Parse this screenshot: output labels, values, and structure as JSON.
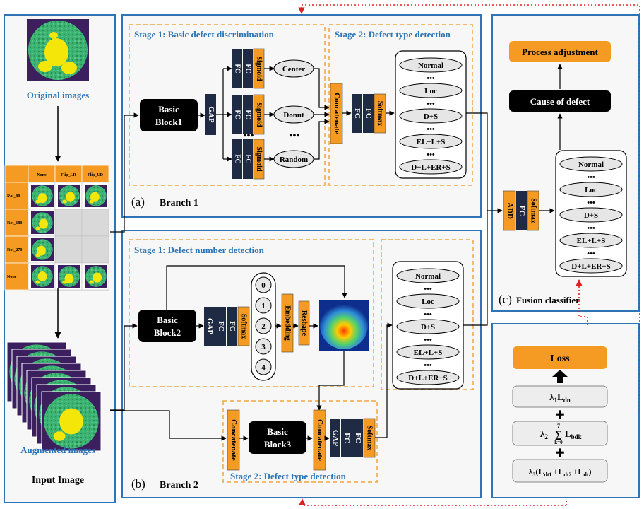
{
  "input_panel": {
    "original_label": "Original images",
    "augmented_label": "Augmented images",
    "title": "Input Image",
    "aug_table": {
      "col_headers": [
        "None",
        "Flip_LR",
        "Flip_UD"
      ],
      "row_headers": [
        "Rot_90",
        "Rot_180",
        "Rot_270",
        "None"
      ]
    }
  },
  "branch1": {
    "panel_letter": "(a)",
    "panel_title": "Branch 1",
    "stage1_title": "Stage 1: Basic defect discrimination",
    "stage2_title": "Stage 2: Defect type detection",
    "block_line1": "Basic",
    "block_line2": "Block1",
    "gap": "GAP",
    "fc": "FC",
    "sigmoid": "Sigmoid",
    "concatenate": "Concatenate",
    "softmax": "Softmax",
    "defect_nodes": [
      "Center",
      "Donut",
      "Random"
    ],
    "ellipsis": "•••",
    "classes": [
      "Normal",
      "Loc",
      "D+S",
      "EL+L+S",
      "D+L+ER+S"
    ]
  },
  "branch2": {
    "panel_letter": "(b)",
    "panel_title": "Branch 2",
    "stage1_title": "Stage 1: Defect number detection",
    "stage2_title": "Stage 2: Defect type detection",
    "block2_line1": "Basic",
    "block2_line2": "Block2",
    "block3_line1": "Basic",
    "block3_line2": "Block3",
    "gap": "GAP",
    "fc": "FC",
    "softmax": "Softmax",
    "embedding": "Embedding",
    "reshape": "Reshape",
    "concatenate": "Concatenate",
    "numbers": [
      "0",
      "1",
      "2",
      "3",
      "4"
    ],
    "ellipsis": "•••",
    "classes": [
      "Normal",
      "Loc",
      "D+S",
      "EL+L+S",
      "D+L+ER+S"
    ]
  },
  "fusion": {
    "panel_letter": "(c)",
    "panel_title": "Fusion classifier",
    "process": "Process adjustment",
    "cause": "Cause of defect",
    "add": "ADD",
    "fc": "FC",
    "softmax": "Softmax",
    "ellipsis": "•••",
    "classes": [
      "Normal",
      "Loc",
      "D+S",
      "EL+L+S",
      "D+L+ER+S"
    ]
  },
  "loss_panel": {
    "loss": "Loss",
    "plus": "✚",
    "term1": {
      "coef": "λ",
      "coef_sub": "1",
      "main": "L",
      "sub": "dn"
    },
    "term2": {
      "coef": "λ",
      "coef_sub": "2",
      "sum_upper": "7",
      "sum_lower": "k=0",
      "sigma": "∑",
      "main": "L",
      "sub": "bdk"
    },
    "term3": {
      "coef": "λ",
      "coef_sub": "3",
      "open": "(",
      "close": ")",
      "plus_sign": "+",
      "l1": "L",
      "l1_sub": "dt1",
      "l2": "L",
      "l2_sub": "dt2",
      "l3": "L",
      "l3_sub": "dt"
    }
  },
  "colors": {
    "panel_border": "#2f75b5",
    "panel_fill": "#f7f7f7",
    "stage_border": "#f2a541",
    "stage_title": "#2e75b6",
    "orange": "#f59a23",
    "navy": "#1f2a44",
    "black_block": "#000000",
    "pill_fill": "#e6e6e6",
    "loss_box": "#ededed",
    "red_dotted": "#e02020",
    "wafer_bg": "#3b1f5f",
    "wafer_fg": "#3cb371",
    "wafer_defect": "#f5e60a"
  }
}
